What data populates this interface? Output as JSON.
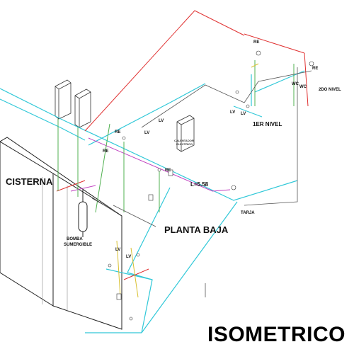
{
  "title": "ISOMETRICO",
  "labels": {
    "cisterna": "CISTERNA",
    "planta_baja": "PLANTA BAJA",
    "primer_nivel": "1ER NIVEL",
    "segundo_nivel": "2DO NIVEL",
    "bomba": "BOMBA",
    "sumergible": "SUMERGIBLE",
    "calentador": "CALENTADOR",
    "electrico": "ELECTRICO",
    "tarja": "TARJA",
    "length_main": "L=5.58"
  },
  "fixtures": {
    "lv_1": "LV",
    "lv_2": "LV",
    "lv_3": "LV",
    "lv_4": "LV",
    "lv_5": "LV",
    "lv_6": "LV",
    "wc_1": "WC",
    "wc_2": "WC",
    "re_1": "RE",
    "re_2": "RE",
    "re_3": "RE",
    "re_4": "RE",
    "re_5": "RE"
  },
  "colors": {
    "cold_water": "#30c8d8",
    "hot_water": "#e03030",
    "return": "#c040c0",
    "riser": "#50b050",
    "gray_pipe": "#555555",
    "yellow": "#d8c030"
  }
}
